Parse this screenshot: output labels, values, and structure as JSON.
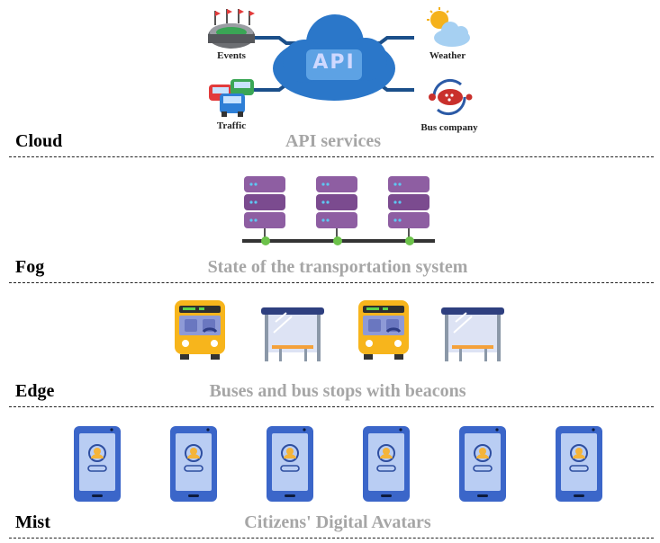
{
  "cloud": {
    "label": "Cloud",
    "description": "API services",
    "api_text": "API",
    "sources": [
      {
        "name": "Events",
        "icon": "stadium-icon"
      },
      {
        "name": "Traffic",
        "icon": "cars-icon"
      },
      {
        "name": "Weather",
        "icon": "weather-icon"
      },
      {
        "name": "Bus company",
        "icon": "bus-company-icon"
      }
    ]
  },
  "fog": {
    "label": "Fog",
    "description": "State of the transportation system",
    "servers": 3
  },
  "edge": {
    "label": "Edge",
    "description": "Buses and bus stops with beacons"
  },
  "mist": {
    "label": "Mist",
    "description": "Citizens' Digital Avatars",
    "phones": 6
  },
  "colors": {
    "cloud": "#2b77c9",
    "connector": "#1b4f8a",
    "server": "#8e5ea2",
    "bus": "#f7b51c",
    "shelter": "#3a4f8f",
    "phone": "#3b66c9",
    "label_gray": "#a6a6a6"
  }
}
